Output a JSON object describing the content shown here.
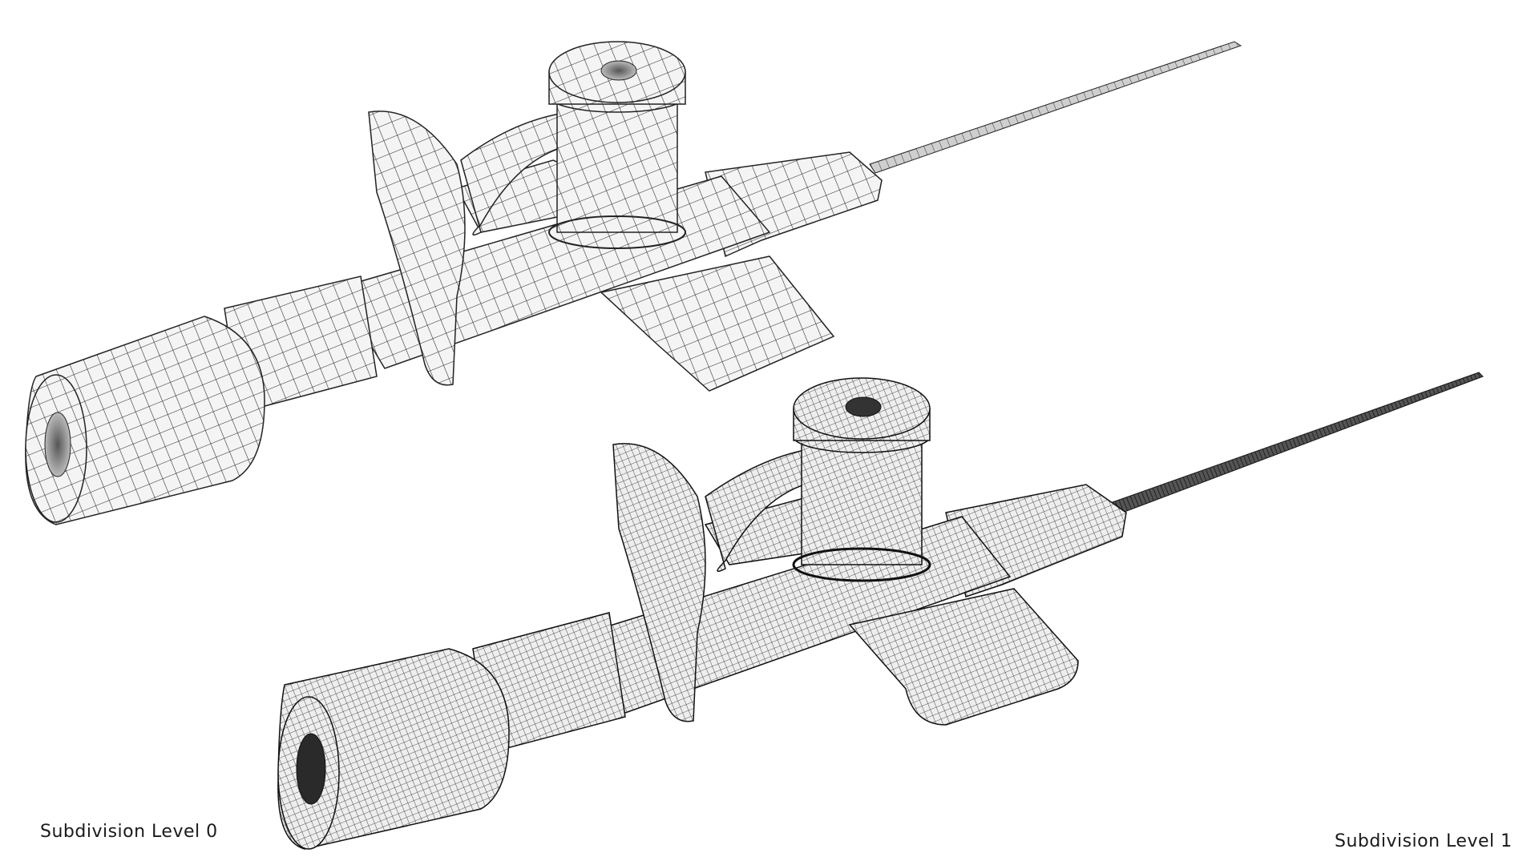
{
  "image": {
    "description": "Two 3D wireframe renders of an IV cannula (catheter with injection port, wings and needle) comparing mesh subdivision levels",
    "background": "#ffffff",
    "wire_color": "#1a1a1a",
    "surface_color": "#f2f2f2"
  },
  "models": [
    {
      "id": "level0",
      "label": "Subdivision Level 0",
      "mesh_density": "coarse"
    },
    {
      "id": "level1",
      "label": "Subdivision Level 1",
      "mesh_density": "fine"
    }
  ],
  "labels": {
    "level0": "Subdivision Level 0",
    "level1": "Subdivision Level 1"
  }
}
